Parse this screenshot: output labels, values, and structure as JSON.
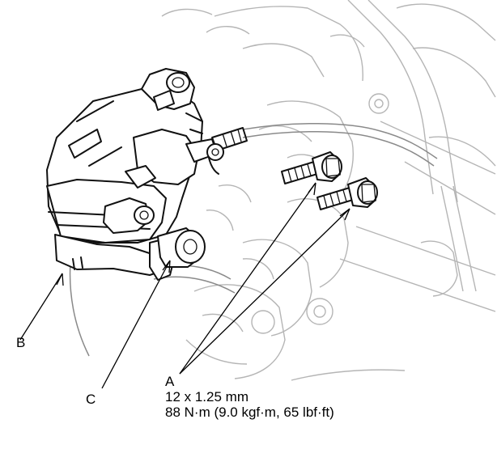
{
  "callouts": {
    "a": "A",
    "b": "B",
    "c": "C"
  },
  "spec": {
    "thread": "12 x 1.25 mm",
    "torque": "88 N·m (9.0 kgf·m, 65 lbf·ft)"
  }
}
